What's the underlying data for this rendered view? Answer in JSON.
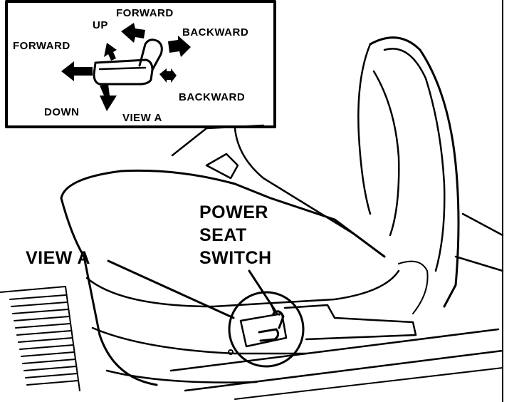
{
  "inset": {
    "labels": {
      "up": "UP",
      "forward_top": "FORWARD",
      "backward_top": "BACKWARD",
      "forward_left": "FORWARD",
      "backward_bottom": "BACKWARD",
      "down": "DOWN",
      "view_a": "VIEW A"
    }
  },
  "main": {
    "callouts": {
      "view_a": "VIEW A",
      "power_seat_line1": "POWER",
      "power_seat_line2": "SEAT",
      "power_seat_line3": "SWITCH"
    }
  },
  "colors": {
    "ink": "#000000",
    "paper": "#ffffff"
  }
}
